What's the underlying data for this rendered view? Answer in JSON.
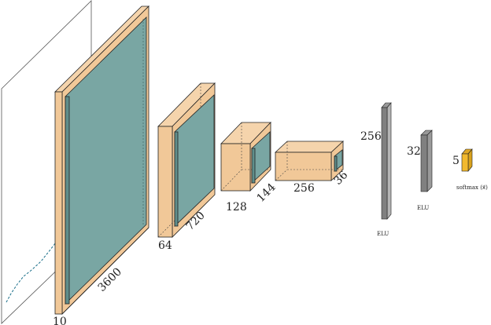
{
  "colors": {
    "conv": "#f1c898",
    "conv_top": "#f5d4ac",
    "pool": "#79a6a3",
    "pool_side": "#5f8e8b",
    "fc": "#808080",
    "fc_side": "#a8a8a8",
    "softmax": "#f2b92e",
    "softmax_side": "#d9a21c",
    "edge": "#222222",
    "input_plane": "#555555",
    "signal": "#1a6f8a"
  },
  "input": {
    "label": "input-signal-plane"
  },
  "layers": [
    {
      "type": "conv",
      "depth_label": "10",
      "length_label": "3600"
    },
    {
      "type": "conv",
      "depth_label": "64",
      "length_label": "720"
    },
    {
      "type": "conv",
      "depth_label": "128",
      "length_label": "144"
    },
    {
      "type": "conv",
      "depth_label": "256",
      "length_label": "36"
    },
    {
      "type": "fc",
      "size_label": "256",
      "activation": "ELU"
    },
    {
      "type": "fc",
      "size_label": "32",
      "activation": "ELU"
    },
    {
      "type": "softmax",
      "size_label": "5",
      "activation": "softmax (x⃗)"
    }
  ]
}
